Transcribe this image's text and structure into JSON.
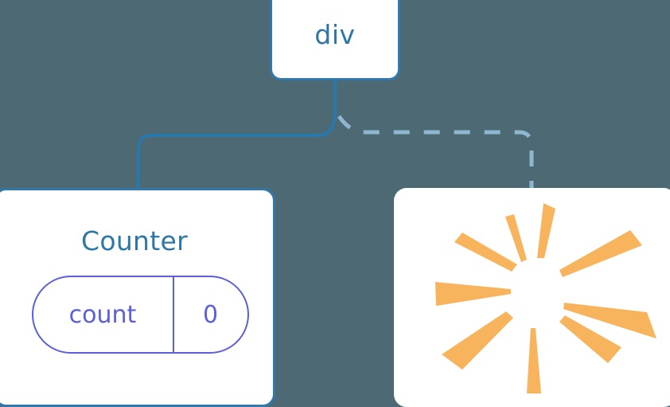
{
  "background_color": "#4d6a74",
  "palette": {
    "node_border": "#3279ab",
    "node_label": "#2e77a5",
    "node_fill": "#ffffff",
    "state_accent": "#5b5fdb",
    "connector_solid": "#2878ab",
    "connector_dashed": "#8fb8d0",
    "burst_ray": "#f7b45c"
  },
  "diagram": {
    "type": "component-tree",
    "root": {
      "label": "div"
    },
    "children": [
      {
        "label": "Counter",
        "state": {
          "key": "count",
          "value": "0"
        },
        "connector": {
          "style": "solid",
          "color": "#2878ab"
        }
      },
      {
        "label": "",
        "graphic": "sparkle-burst",
        "ray_count": 10,
        "connector": {
          "style": "dashed",
          "color": "#8fb8d0"
        }
      }
    ]
  }
}
